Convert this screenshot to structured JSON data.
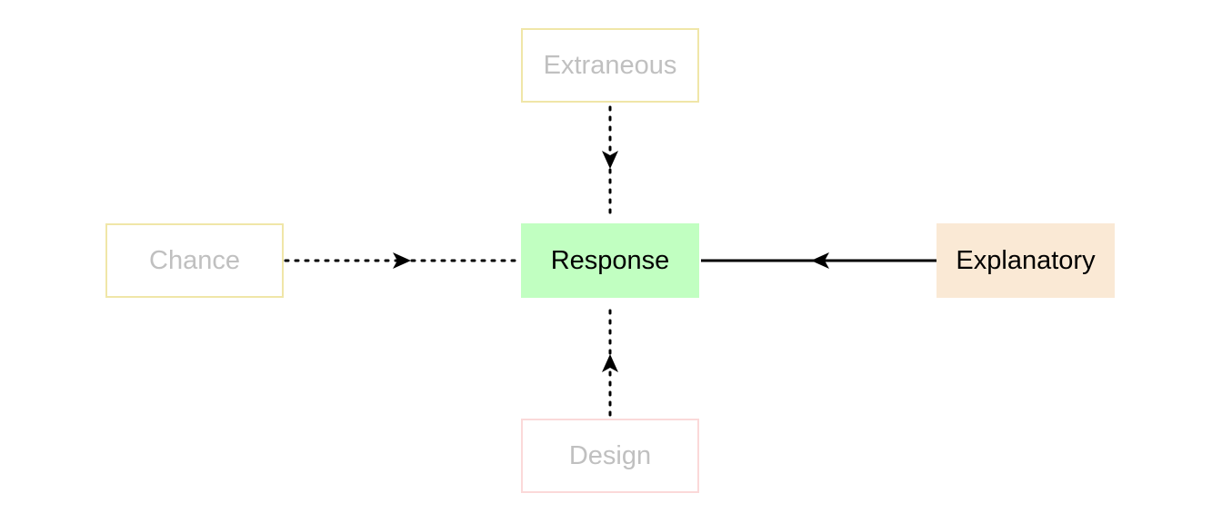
{
  "nodes": {
    "extraneous": {
      "label": "Extraneous",
      "border_color": "#f0e6a8",
      "text_color": "#c0c0c0"
    },
    "chance": {
      "label": "Chance",
      "border_color": "#f0e6a8",
      "text_color": "#c0c0c0"
    },
    "design": {
      "label": "Design",
      "border_color": "#fbd9d9",
      "text_color": "#c0c0c0"
    },
    "response": {
      "label": "Response",
      "fill_color": "#c1ffc1",
      "text_color": "#000000"
    },
    "explanatory": {
      "label": "Explanatory",
      "fill_color": "#fae9d5",
      "text_color": "#000000"
    }
  },
  "edges": [
    {
      "from": "extraneous",
      "to": "response",
      "style": "dotted"
    },
    {
      "from": "chance",
      "to": "response",
      "style": "dotted"
    },
    {
      "from": "design",
      "to": "response",
      "style": "dotted"
    },
    {
      "from": "explanatory",
      "to": "response",
      "style": "solid"
    }
  ]
}
